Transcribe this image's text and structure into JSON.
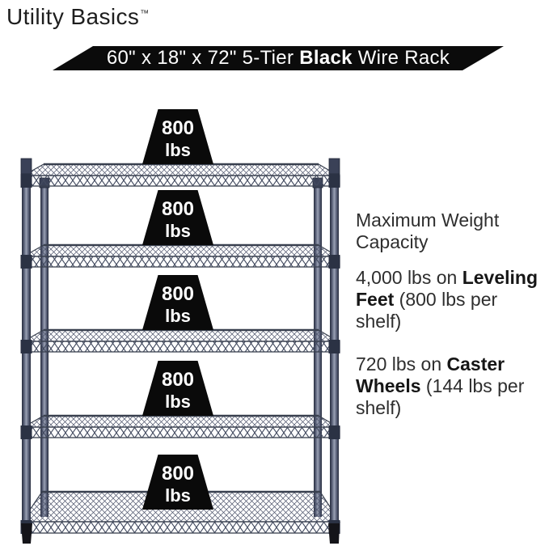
{
  "brand": {
    "name": "Utility Basics",
    "trademark": "™"
  },
  "banner": {
    "text_prefix": "60\" x 18\" x 72\" 5-Tier ",
    "text_bold": "Black",
    "text_suffix": " Wire Rack",
    "bg_color": "#0b0b0b",
    "text_color": "#ffffff"
  },
  "rack": {
    "tiers": 5,
    "frame_color": "#3e455b",
    "badge_color": "#0a0a0a",
    "badge_text_color": "#ffffff",
    "badges": [
      {
        "value": "800",
        "unit": "lbs"
      },
      {
        "value": "800",
        "unit": "lbs"
      },
      {
        "value": "800",
        "unit": "lbs"
      },
      {
        "value": "800",
        "unit": "lbs"
      },
      {
        "value": "800",
        "unit": "lbs"
      }
    ]
  },
  "specs": {
    "heading": "Maximum Weight Capacity",
    "items": [
      {
        "pre": "4,000 lbs on ",
        "bold": "Leveling Feet",
        "post": " (800 lbs per shelf)"
      },
      {
        "pre": "720 lbs on ",
        "bold": "Caster Wheels",
        "post": " (144 lbs per shelf)"
      }
    ]
  }
}
